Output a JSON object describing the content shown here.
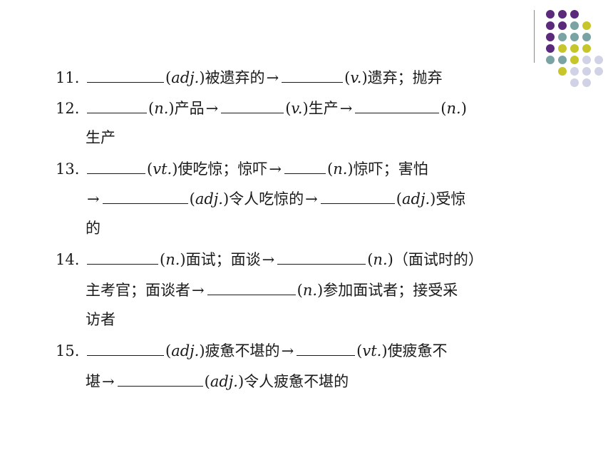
{
  "decoration": {
    "dot_colors": {
      "purple": "#5b2a7c",
      "teal": "#7aa3a3",
      "yellow": "#c6c62a",
      "lavender": "#d2d2e6"
    }
  },
  "items": {
    "i11": {
      "number": "11.",
      "lines": [
        {
          "blank1": "",
          "pos1": "adj.",
          "meaning1": "被遗弃的",
          "arrow1": "→",
          "blank2": "",
          "pos2": "v.",
          "meaning2": "遗弃；抛弃"
        }
      ]
    },
    "i12": {
      "number": "12.",
      "line1": {
        "pos1": "n.",
        "meaning1": "产品",
        "arrow1": "→",
        "pos2": "v.",
        "meaning2": "生产",
        "arrow2": "→",
        "pos3": "n."
      },
      "line2": {
        "meaning3": "生产"
      }
    },
    "i13": {
      "number": "13.",
      "line1": {
        "pos1": "vt.",
        "meaning1": "使吃惊；惊吓",
        "arrow1": "→",
        "pos2": "n.",
        "meaning2": "惊吓；害怕"
      },
      "line2": {
        "arrow2": "→",
        "pos3": "adj.",
        "meaning3": "令人吃惊的",
        "arrow3": "→",
        "pos4": "adj.",
        "meaning4": "受惊"
      },
      "line3": {
        "meaning4b": "的"
      }
    },
    "i14": {
      "number": "14.",
      "line1": {
        "pos1": "n.",
        "meaning1": "面试；面谈",
        "arrow1": "→",
        "pos2": "n.",
        "meaning2": "（面试时的）"
      },
      "line2": {
        "meaning2b": "主考官；面谈者",
        "arrow2": "→",
        "pos3": "n.",
        "meaning3": "参加面试者；接受采"
      },
      "line3": {
        "meaning3b": "访者"
      }
    },
    "i15": {
      "number": "15.",
      "line1": {
        "pos1": "adj.",
        "meaning1": "疲惫不堪的",
        "arrow1": "→",
        "pos2": "vt.",
        "meaning2": "使疲惫不"
      },
      "line2": {
        "meaning2b": "堪",
        "arrow2": "→",
        "pos3": "adj.",
        "meaning3": "令人疲惫不堪的"
      }
    }
  }
}
